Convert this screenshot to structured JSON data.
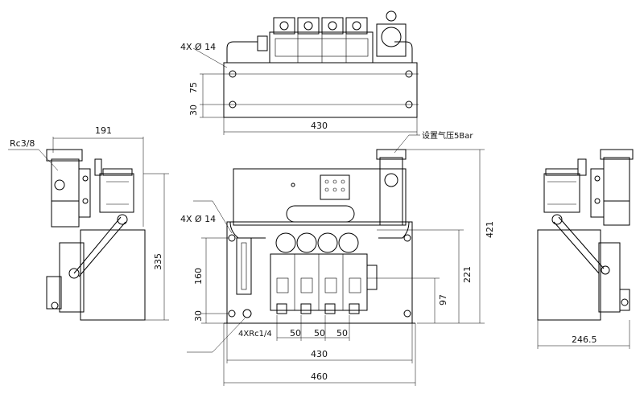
{
  "top_view": {
    "hole_note": "4X Ø 14",
    "dim_75": "75",
    "dim_30": "30",
    "dim_width": "430"
  },
  "left_view": {
    "thread_note": "Rc3/8",
    "dim_width": "191",
    "dim_height": "335"
  },
  "front_view": {
    "hole_note": "4X Ø 14",
    "dim_160": "160",
    "dim_30": "30",
    "port_note": "4XRc1/4",
    "dim_pitch_1": "50",
    "dim_pitch_2": "50",
    "dim_pitch_3": "50",
    "dim_inner_width": "430",
    "dim_outer_width": "460",
    "air_pressure_note": "设置气压5Bar",
    "dim_421": "421",
    "dim_221": "221",
    "dim_97": "97"
  },
  "right_view": {
    "dim_width": "246.5"
  }
}
